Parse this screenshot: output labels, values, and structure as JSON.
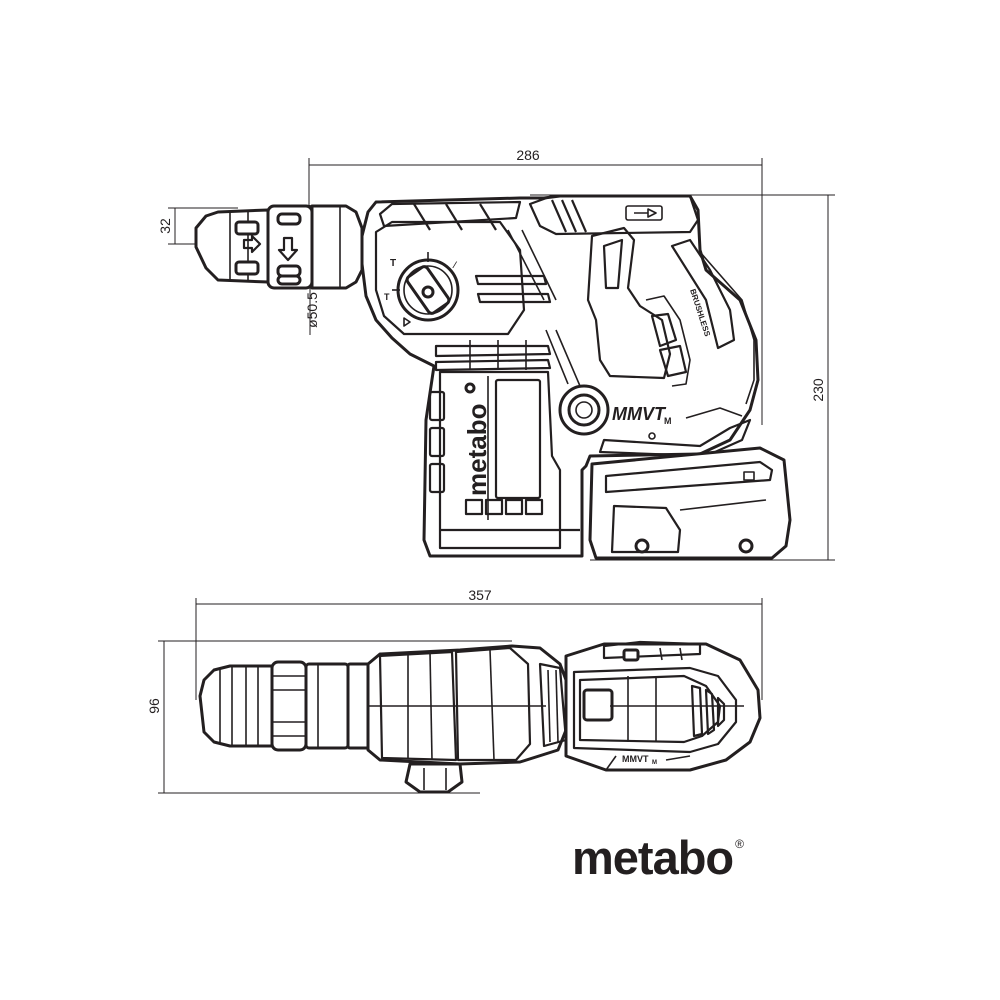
{
  "dimensions": {
    "side_length": "286",
    "side_height": "230",
    "chuck_diameter": "32",
    "collar_diameter": "ø50.5",
    "top_length": "357",
    "top_width": "96"
  },
  "tool_markings": {
    "body_brand": "metabo",
    "vibration_label": "MMVT",
    "vibration_suffix": "M",
    "handle_label": "BRUSHLESS",
    "top_label": "MMVT",
    "top_suffix": "M"
  },
  "logo": {
    "text": "metabo",
    "registered": "®"
  },
  "colors": {
    "ink": "#231f20",
    "background": "#ffffff"
  }
}
